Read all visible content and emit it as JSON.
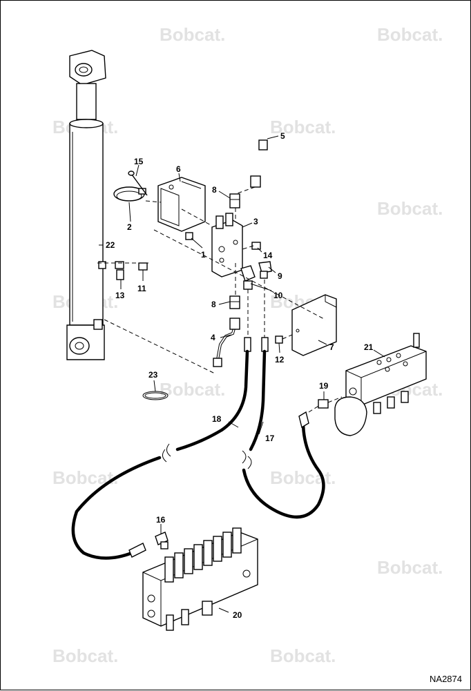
{
  "diagram": {
    "reference": "NA2874",
    "watermark_text": "Bobcat.",
    "callouts": [
      "1",
      "2",
      "3",
      "4",
      "5",
      "6",
      "7",
      "8",
      "8",
      "9",
      "10",
      "11",
      "12",
      "13",
      "14",
      "15",
      "16",
      "17",
      "18",
      "19",
      "20",
      "21",
      "22",
      "23"
    ]
  }
}
